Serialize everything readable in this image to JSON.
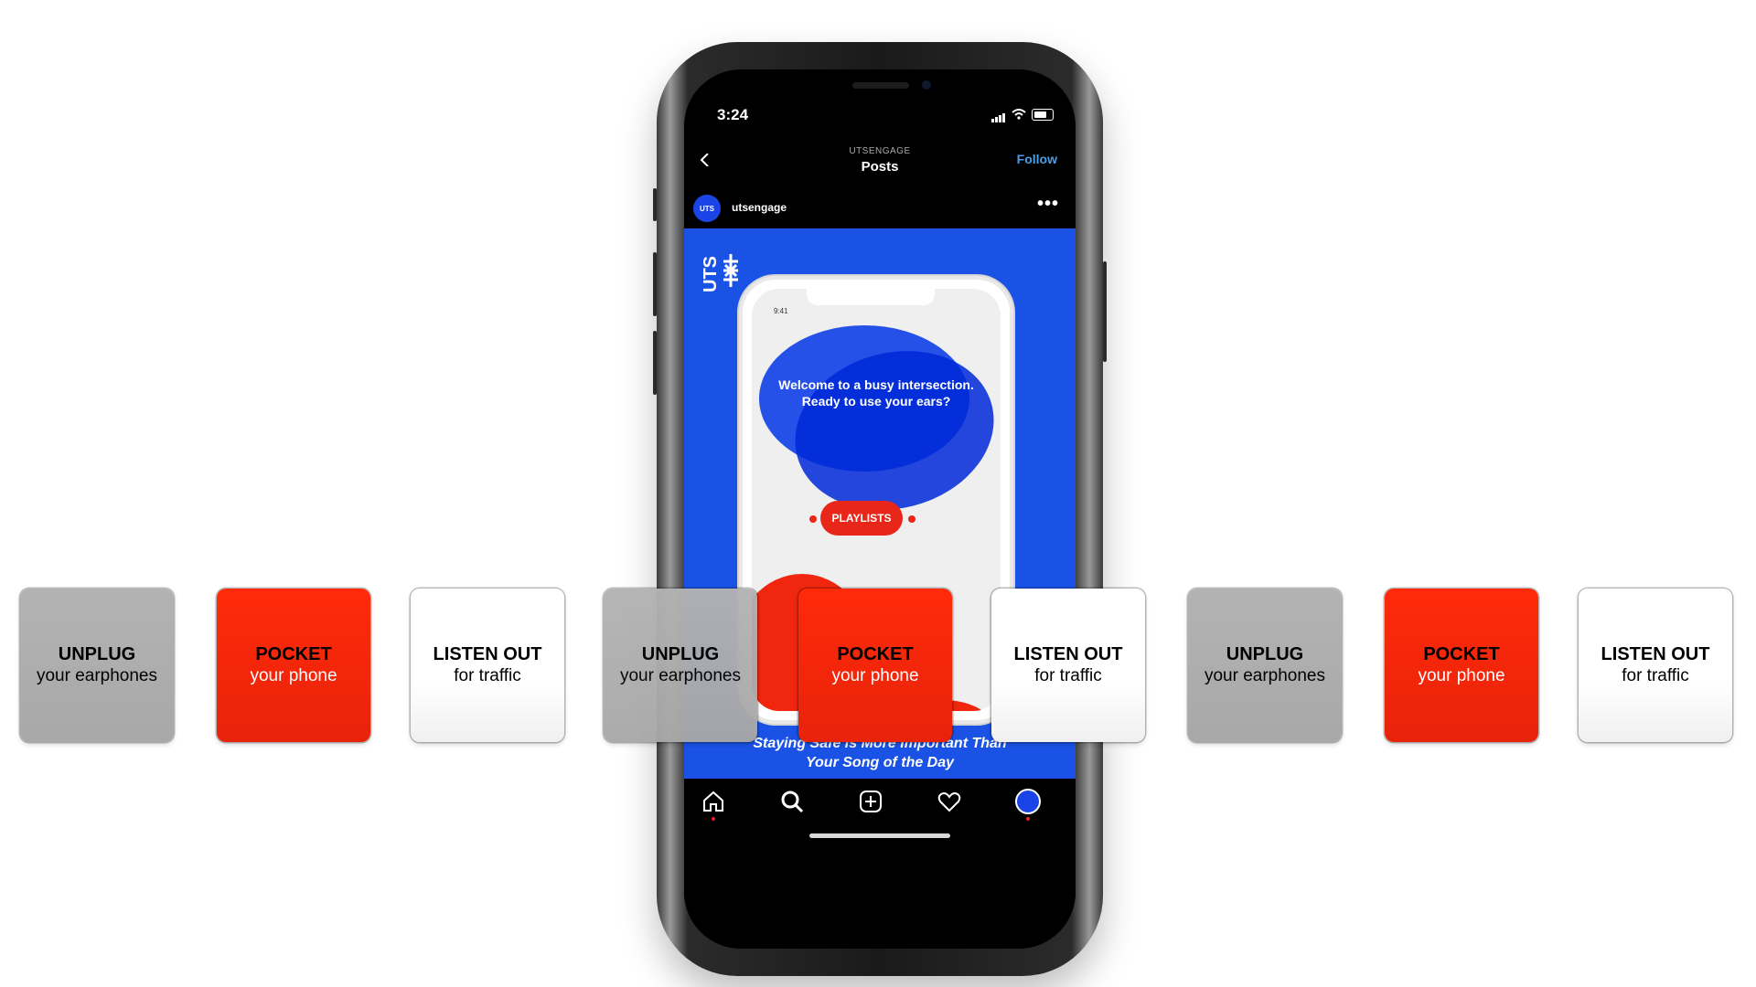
{
  "status_bar": {
    "time": "3:24"
  },
  "ig_header": {
    "account_label": "UTSENGAGE",
    "title": "Posts",
    "follow_label": "Follow"
  },
  "post": {
    "username": "utsengage",
    "more_label": "•••",
    "avatar_text": "UTS",
    "logo_text": "UTS",
    "inner_time": "9:41",
    "inner_message_line1": "Welcome to a busy intersection.",
    "inner_message_line2": "Ready to use your ears?",
    "playlists_label": "PLAYLISTS",
    "caption_line1": "Staying Safe is More Important Than",
    "caption_line2": "Your Song of the Day"
  },
  "nav": [
    "home-icon",
    "search-icon",
    "add-icon",
    "heart-icon",
    "profile-icon"
  ],
  "tiles": [
    {
      "head": "UNPLUG",
      "sub": "your earphones",
      "style": "gray"
    },
    {
      "head": "POCKET",
      "sub": "your phone",
      "style": "red"
    },
    {
      "head": "LISTEN OUT",
      "sub": "for traffic",
      "style": "white"
    },
    {
      "head": "UNPLUG",
      "sub": "your earphones",
      "style": "gray"
    },
    {
      "head": "POCKET",
      "sub": "your phone",
      "style": "red"
    },
    {
      "head": "LISTEN OUT",
      "sub": "for traffic",
      "style": "white"
    },
    {
      "head": "UNPLUG",
      "sub": "your earphones",
      "style": "gray"
    },
    {
      "head": "POCKET",
      "sub": "your phone",
      "style": "red"
    },
    {
      "head": "LISTEN OUT",
      "sub": "for traffic",
      "style": "white"
    }
  ],
  "colors": {
    "brand_blue": "#1a52e6",
    "accent_red": "#e8261a",
    "link_blue": "#4a9ee8"
  }
}
